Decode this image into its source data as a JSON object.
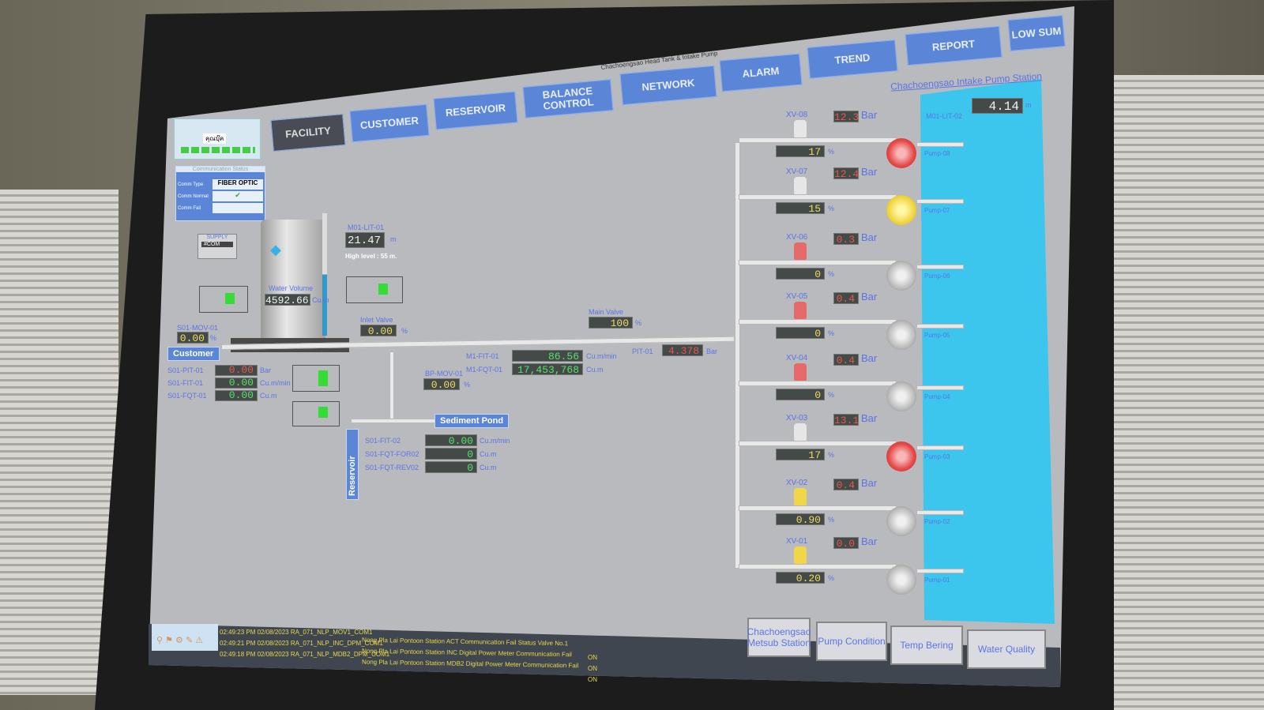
{
  "window_title": "Chachoengsao Head Tank & Intake Pump",
  "tabs": [
    {
      "label": "FACILITY",
      "active": true
    },
    {
      "label": "CUSTOMER"
    },
    {
      "label": "RESERVOIR"
    },
    {
      "label": "BALANCE CONTROL"
    },
    {
      "label": "NETWORK"
    },
    {
      "label": "ALARM"
    },
    {
      "label": "TREND"
    },
    {
      "label": "REPORT"
    },
    {
      "label": "LOW SUM"
    }
  ],
  "toolbar": {
    "user": "คุณบุ๊ค"
  },
  "comm_status": {
    "title": "Communication Status",
    "comm_type_label": "Comm Type",
    "comm_type": "FIBER OPTIC",
    "comm_normal_label": "Comm Normal",
    "comm_fail_label": "Comm Fail"
  },
  "supply": {
    "label": "SUPPLY",
    "value": "#COM"
  },
  "tank": {
    "level_tag": "M01-LIT-01",
    "level": "21.47",
    "level_unit": "m",
    "high_level": "High level : 55 m.",
    "volume_label": "Water Volume",
    "volume": "4592.66",
    "volume_unit": "Cu.m"
  },
  "customer": {
    "tag": "Customer",
    "valve_tag": "S01-MOV-01",
    "valve_value": "0.00",
    "pct": "%",
    "readings": [
      {
        "tag": "S01-PIT-01",
        "value": "0.00",
        "unit": "Bar",
        "color": "r"
      },
      {
        "tag": "S01-FIT-01",
        "value": "0.00",
        "unit": "Cu.m/min",
        "color": "g"
      },
      {
        "tag": "S01-FQT-01",
        "value": "0.00",
        "unit": "Cu.m",
        "color": "g"
      }
    ]
  },
  "inlet_valve": {
    "label": "Inlet Valve",
    "value": "0.00",
    "unit": "%"
  },
  "main_valve": {
    "label": "Main Valve",
    "value": "100",
    "unit": "%"
  },
  "main_flow": [
    {
      "tag": "M1-FIT-01",
      "value": "86.56",
      "unit": "Cu.m/min"
    },
    {
      "tag": "M1-FQT-01",
      "value": "17,453,768",
      "unit": "Cu.m"
    }
  ],
  "pit": {
    "tag": "PIT-01",
    "value": "4.378",
    "unit": "Bar"
  },
  "bp_valve": {
    "tag": "BP-MOV-01",
    "value": "0.00",
    "unit": "%"
  },
  "sediment": {
    "tag": "Sediment Pond",
    "reservoir": "Reservoir",
    "readings": [
      {
        "tag": "S01-FIT-02",
        "value": "0.00",
        "unit": "Cu.m/min"
      },
      {
        "tag": "S01-FQT-FOR02",
        "value": "0",
        "unit": "Cu.m"
      },
      {
        "tag": "S01-FQT-REV02",
        "value": "0",
        "unit": "Cu.m"
      }
    ]
  },
  "intake": {
    "title": "Chachoengsao Intake Pump Station",
    "level_tag": "M01-LIT-02",
    "level": "4.14",
    "level_unit": "m",
    "bar_unit": "Bar",
    "pct_unit": "%",
    "valves": [
      {
        "tag": "XV-08",
        "bar": "12.3",
        "pct": "17",
        "pump": "Pump-08",
        "pump_state": "red",
        "valve_state": "white"
      },
      {
        "tag": "XV-07",
        "bar": "12.4",
        "pct": "15",
        "pump": "Pump-07",
        "pump_state": "yel",
        "valve_state": "white"
      },
      {
        "tag": "XV-06",
        "bar": "0.3",
        "pct": "0",
        "pump": "Pump-06",
        "pump_state": "off",
        "valve_state": "red"
      },
      {
        "tag": "XV-05",
        "bar": "0.4",
        "pct": "0",
        "pump": "Pump-05",
        "pump_state": "off",
        "valve_state": "red"
      },
      {
        "tag": "XV-04",
        "bar": "0.4",
        "pct": "0",
        "pump": "Pump-04",
        "pump_state": "off",
        "valve_state": "red"
      },
      {
        "tag": "XV-03",
        "bar": "13.1",
        "pct": "17",
        "pump": "Pump-03",
        "pump_state": "red",
        "valve_state": "white"
      },
      {
        "tag": "XV-02",
        "bar": "0.4",
        "pct": "0.90",
        "pump": "Pump-02",
        "pump_state": "off",
        "valve_state": "yel"
      },
      {
        "tag": "XV-01",
        "bar": "0.0",
        "pct": "0.20",
        "pump": "Pump-01",
        "pump_state": "off",
        "valve_state": "yel"
      }
    ]
  },
  "bottom_buttons": [
    "Chachoengsao Metsub Station",
    "Pump Condition",
    "Temp Bering",
    "Water Quality"
  ],
  "alarms": [
    {
      "time": "02:49:23 PM  02/08/2023 RA_071_NLP_MOV1_COM1",
      "msg": "Nong Pla Lai Pontoon Station ACT Communication Fail Status Valve No.1",
      "state": "ON"
    },
    {
      "time": "02:49:21 PM  02/08/2023 RA_071_NLP_INC_DPM_COM1",
      "msg": "Nong Pla Lai Pontoon Station INC Digital Power Meter Communication Fail",
      "state": "ON"
    },
    {
      "time": "02:49:18 PM  02/08/2023 RA_071_NLP_MDB2_DPM_COM1",
      "msg": "Nong Pla Lai Pontoon Station MDB2 Digital Power Meter Communication Fail",
      "state": "ON"
    }
  ],
  "colors": {
    "tab": "#5b86d8",
    "screen": "#b9babd",
    "tank_water": "#38c8ef",
    "label": "#5b74e6"
  }
}
